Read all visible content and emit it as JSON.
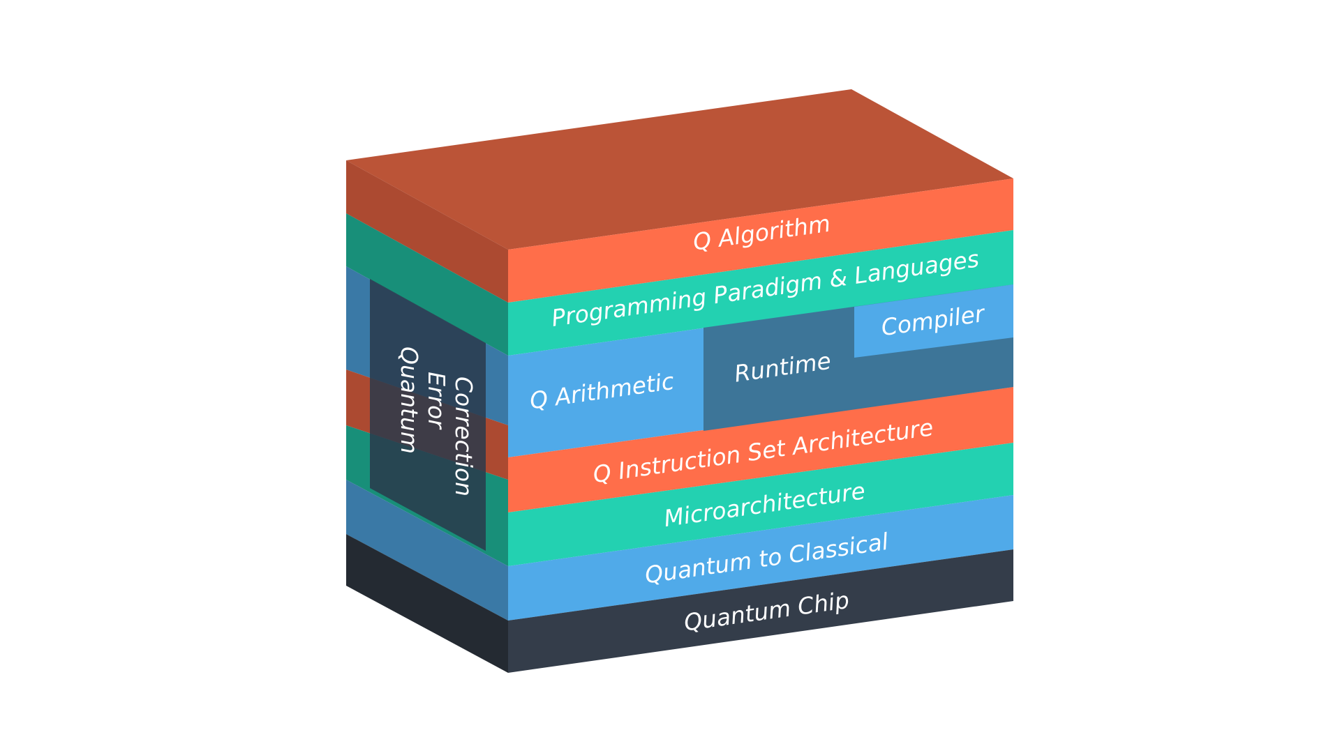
{
  "layers": [
    {
      "id": "q-algorithm",
      "label": "Q Algorithm",
      "color_front": "#ff6e4a",
      "color_side": "#ac4a31"
    },
    {
      "id": "programming",
      "label": "Programming Paradigm & Languages",
      "color_front": "#23d1b1",
      "color_side": "#188f79"
    },
    {
      "id": "arithmetic-runtime",
      "color_front": "#50aae9",
      "color_side": "#3a79a6"
    },
    {
      "id": "isa",
      "label": "Q Instruction Set Architecture",
      "color_front": "#ff6e4a",
      "color_side": "#ac4a31"
    },
    {
      "id": "microarchitecture",
      "label": "Microarchitecture",
      "color_front": "#23d1b1",
      "color_side": "#188f79"
    },
    {
      "id": "quantum-to-classical",
      "label": "Quantum to Classical",
      "color_front": "#50aae9",
      "color_side": "#3a79a6"
    },
    {
      "id": "quantum-chip",
      "label": "Quantum Chip",
      "color_front": "#343d4a",
      "color_side": "#242a32"
    }
  ],
  "top_face_color": "#bb5437",
  "blocks": {
    "q_arithmetic": "Q Arithmetic",
    "runtime": "Runtime",
    "compiler": "Compiler",
    "runtime_color": "#3d7598"
  },
  "qec": {
    "lines": [
      "Quantum",
      "Error",
      "Correction"
    ],
    "color": "#2a3a4b"
  }
}
